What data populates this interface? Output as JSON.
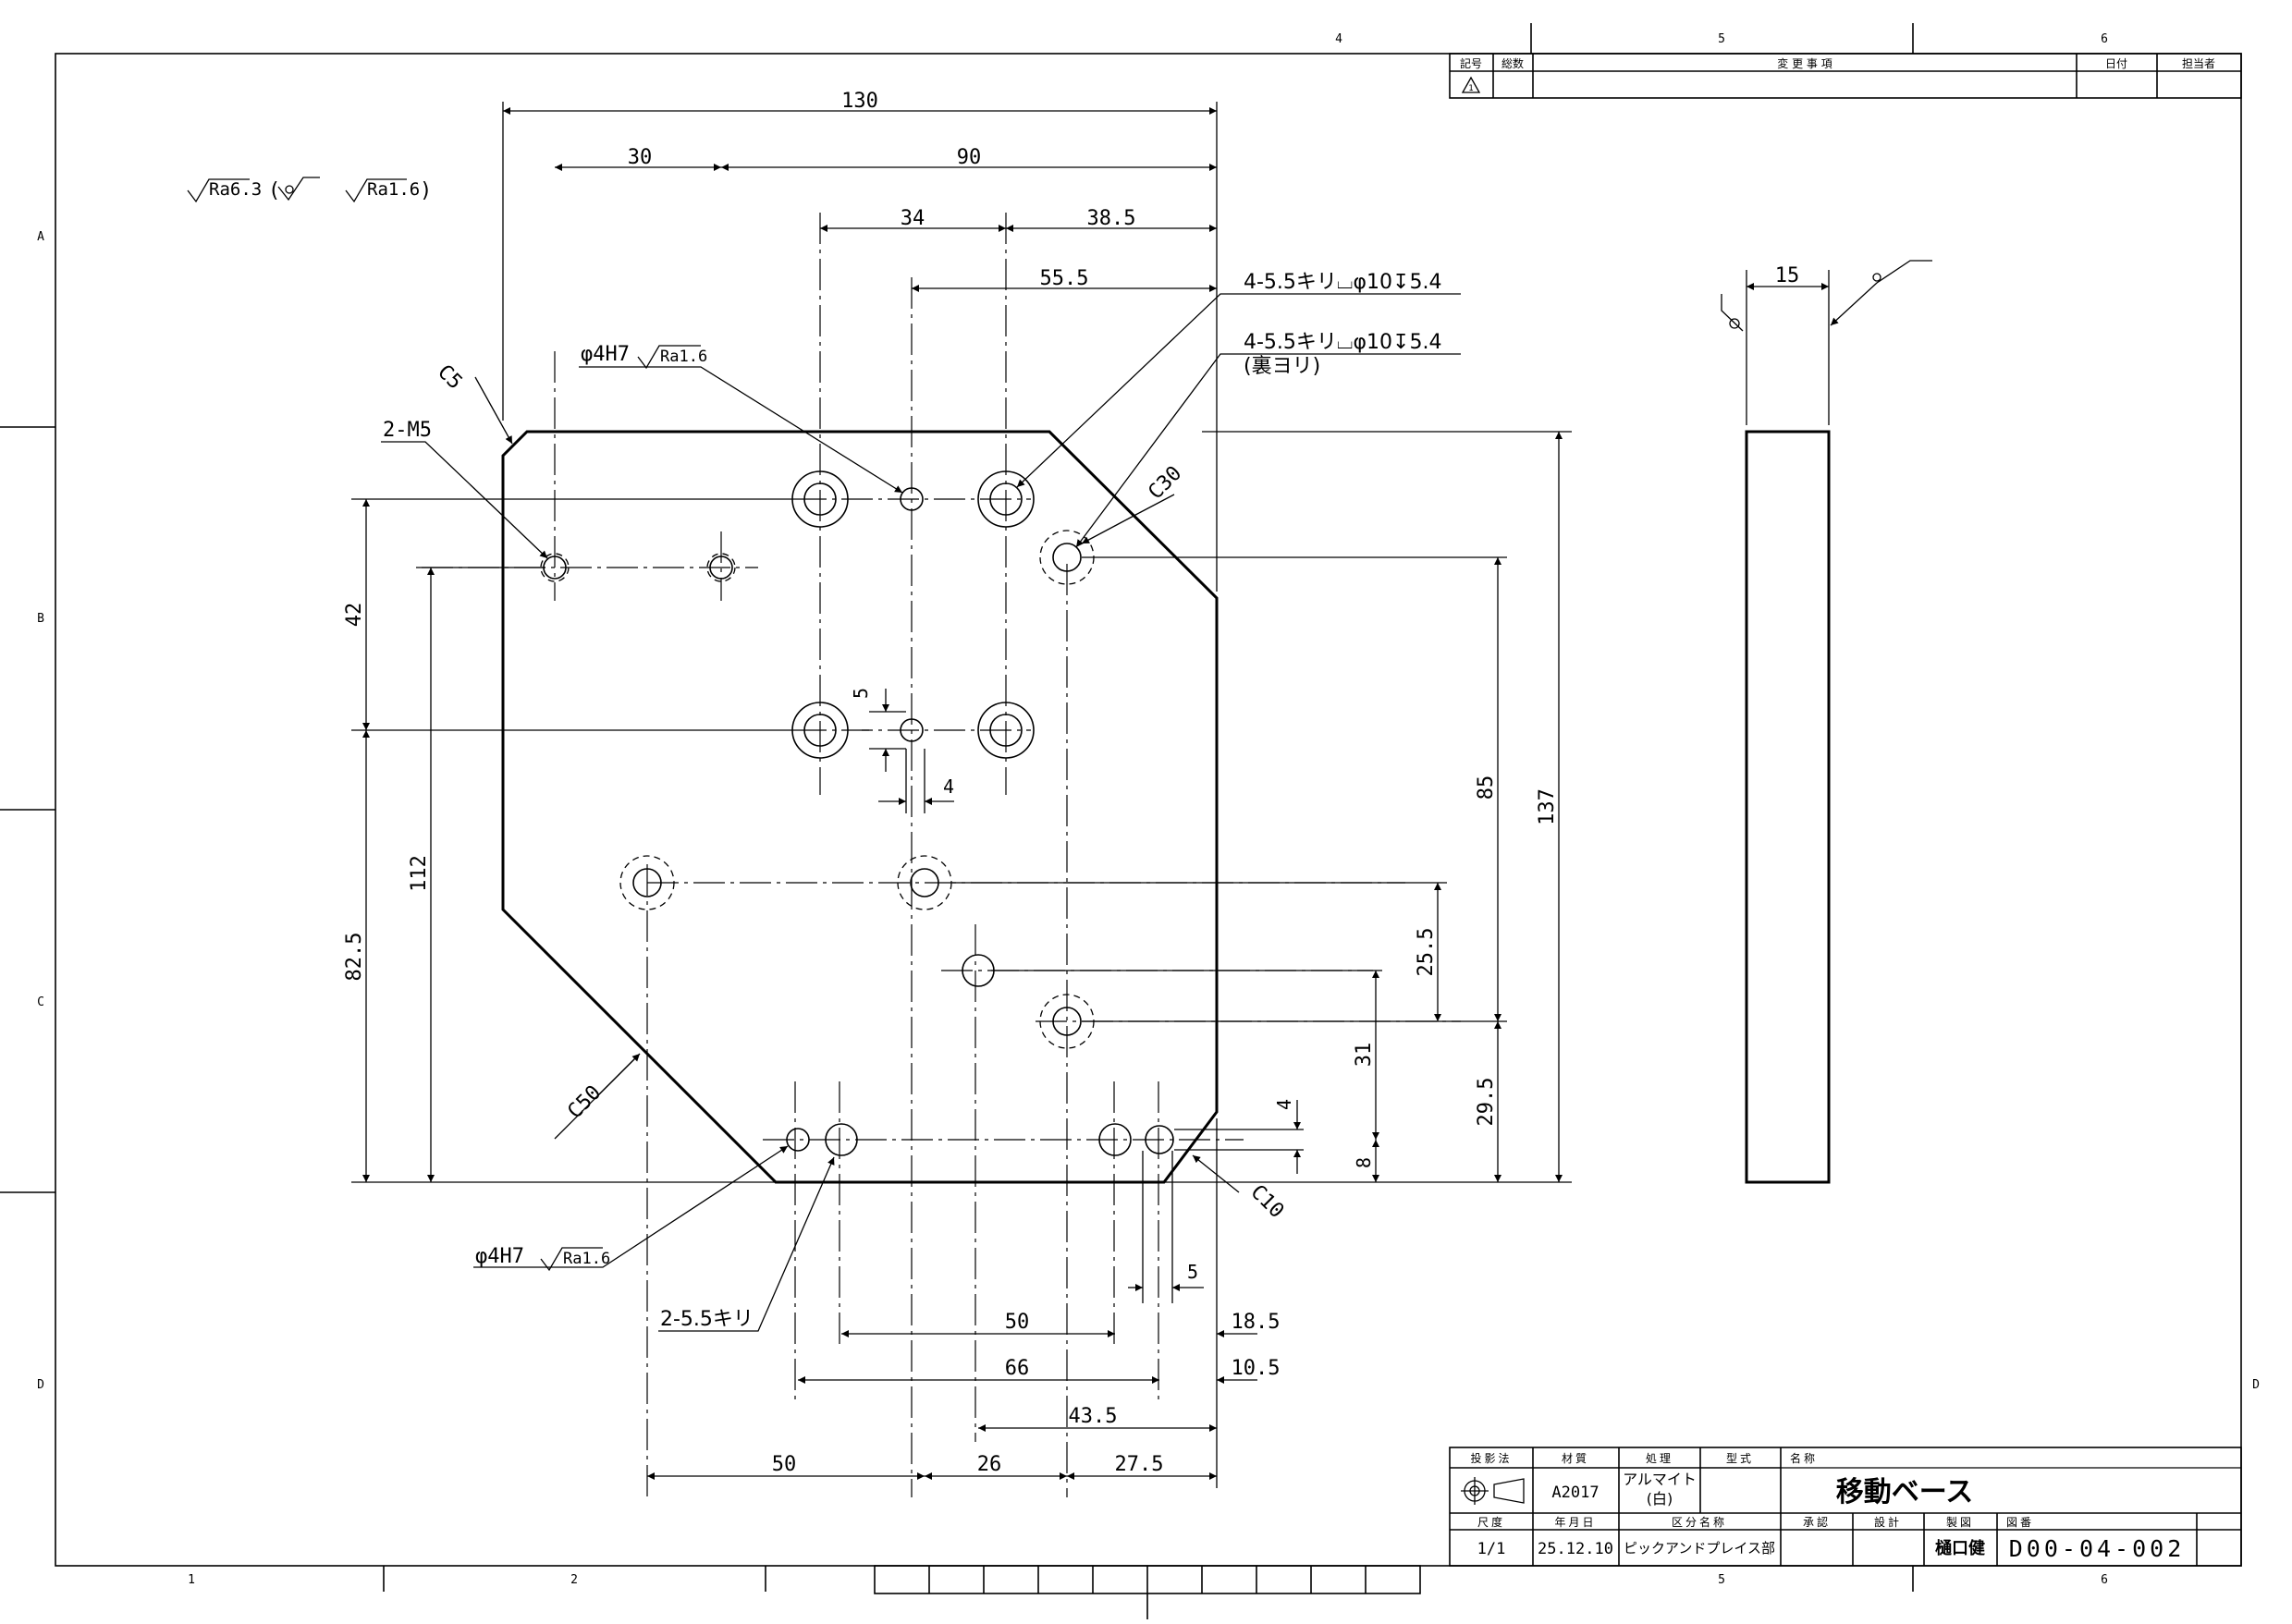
{
  "border": {
    "zone_numbers_top": [
      "4",
      "5",
      "6"
    ],
    "zone_numbers_bottom": [
      "1",
      "2",
      "5",
      "6"
    ],
    "zone_letters_left": [
      "A",
      "B",
      "C",
      "D"
    ],
    "zone_letters_right": [
      "D"
    ]
  },
  "revision_table": {
    "headers": {
      "mark": "記号",
      "count": "総数",
      "change": "変 更 事 項",
      "date": "日付",
      "person": "担当者"
    },
    "mark_symbol": "1"
  },
  "surface_finish": {
    "general": "Ra6.3",
    "paren_open": "(",
    "exception": "Ra1.6",
    "paren_close": ")"
  },
  "dimensions": {
    "d130": "130",
    "d30": "30",
    "d90": "90",
    "d34": "34",
    "d38_5": "38.5",
    "d55_5": "55.5",
    "c5": "C5",
    "c30": "C30",
    "c50": "C50",
    "c10": "C10",
    "d42": "42",
    "d112": "112",
    "d82_5": "82.5",
    "d5_small": "5",
    "d4_small": "4",
    "d85": "85",
    "d137": "137",
    "d25_5": "25.5",
    "d31": "31",
    "d29_5": "29.5",
    "d4_right": "4",
    "d8": "8",
    "d5_bottom": "5",
    "d50_a": "50",
    "d18_5": "18.5",
    "d66": "66",
    "d10_5": "10.5",
    "d43_5": "43.5",
    "d50_b": "50",
    "d26": "26",
    "d27_5": "27.5",
    "d15": "15"
  },
  "callouts": {
    "m5": "2-M5",
    "pin_top": "φ4H7",
    "pin_top_finish": "Ra1.6",
    "cbore_1": "4-5.5キリ⌴φ10↧5.4",
    "cbore_2": "4-5.5キリ⌴φ10↧5.4",
    "cbore_2_note": "(裏ヨリ)",
    "pin_bottom": "φ4H7",
    "pin_bottom_finish": "Ra1.6",
    "drill_bottom": "2-5.5キリ"
  },
  "title_block": {
    "h_projection": "投影法",
    "h_material": "材質",
    "h_treatment": "処理",
    "h_model": "型式",
    "h_name": "名称",
    "material": "A2017",
    "treatment_1": "アルマイト",
    "treatment_2": "(白)",
    "part_name": "移動ベース",
    "h_scale": "尺度",
    "h_date": "年月日",
    "h_division": "区分名称",
    "h_approved": "承認",
    "h_design": "設計",
    "h_drafted": "製図",
    "h_drawing_no": "図番",
    "scale": "1/1",
    "date": "25.12.10",
    "division": "ピックアンドプレイス部",
    "drafter": "樋口健",
    "drawing_no": "D00-04-002"
  }
}
